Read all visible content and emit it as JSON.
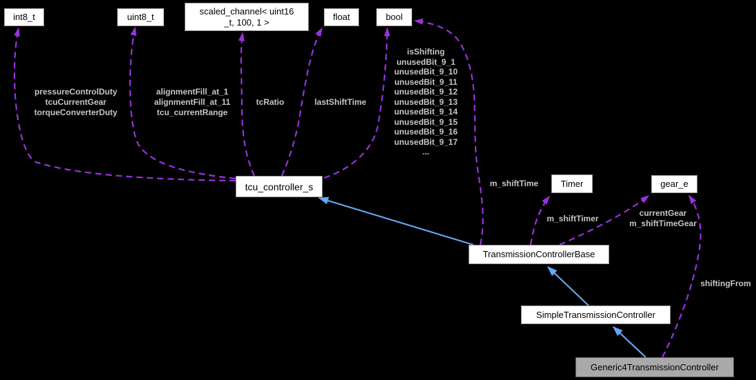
{
  "diagram": {
    "background_color": "#000000",
    "member_edge_color": "#9a32e0",
    "inheritance_edge_color": "#63a9f0",
    "node_fill": "#ffffff",
    "node_border": "#9a9a9a",
    "highlight_node_fill": "#a9a9a9",
    "edge_label_color": "#c6c6c6",
    "nodes": {
      "int8": "int8_t",
      "uint8": "uint8_t",
      "scaled_channel": "scaled_channel< uint16\n_t, 100, 1 >",
      "float": "float",
      "bool": "bool",
      "tcu_controller": "tcu_controller_s",
      "timer": "Timer",
      "gear_e": "gear_e",
      "transmission_controller_base": "TransmissionControllerBase",
      "simple_transmission_controller": "SimpleTransmissionController",
      "generic4_transmission_controller": "Generic4TransmissionController"
    },
    "edge_labels": {
      "int8_members": "pressureControlDuty\ntcuCurrentGear\ntorqueConverterDuty",
      "uint8_members": "alignmentFill_at_1\nalignmentFill_at_11\ntcu_currentRange",
      "tc_ratio": "tcRatio",
      "last_shift_time": "lastShiftTime",
      "bool_members": "isShifting\nunusedBit_9_1\nunusedBit_9_10\nunusedBit_9_11\nunusedBit_9_12\nunusedBit_9_13\nunusedBit_9_14\nunusedBit_9_15\nunusedBit_9_16\nunusedBit_9_17\n...",
      "m_shift_time": "m_shiftTime",
      "m_shift_timer": "m_shiftTimer",
      "gear_members": "currentGear\nm_shiftTimeGear",
      "shifting_from": "shiftingFrom"
    }
  }
}
